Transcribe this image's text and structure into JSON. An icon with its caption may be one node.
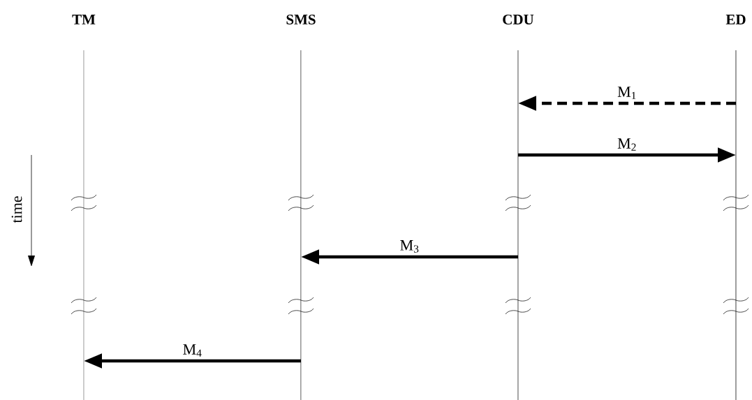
{
  "diagram": {
    "nodes": [
      {
        "text": [
          "TM"
        ]
      },
      {
        "text": [
          "SMS"
        ]
      },
      {
        "text": [
          "CDU"
        ]
      },
      {
        "text": [
          "ED"
        ]
      }
    ],
    "edges": [
      {
        "from": 3,
        "to": 2,
        "arrow": "to",
        "label": "M$_{1}$",
        "style": "dashed"
      },
      {
        "from": 2,
        "to": 3,
        "arrow": "to",
        "label": "M$_{2}$"
      },
      {
        "from": 2,
        "to": 1,
        "arrow": "to",
        "label": "M$_{3}$"
      },
      {
        "from": 1,
        "to": 0,
        "arrow": "to",
        "label": "M$_{4}$"
      }
    ],
    "labels": [
      "time"
    ]
  }
}
